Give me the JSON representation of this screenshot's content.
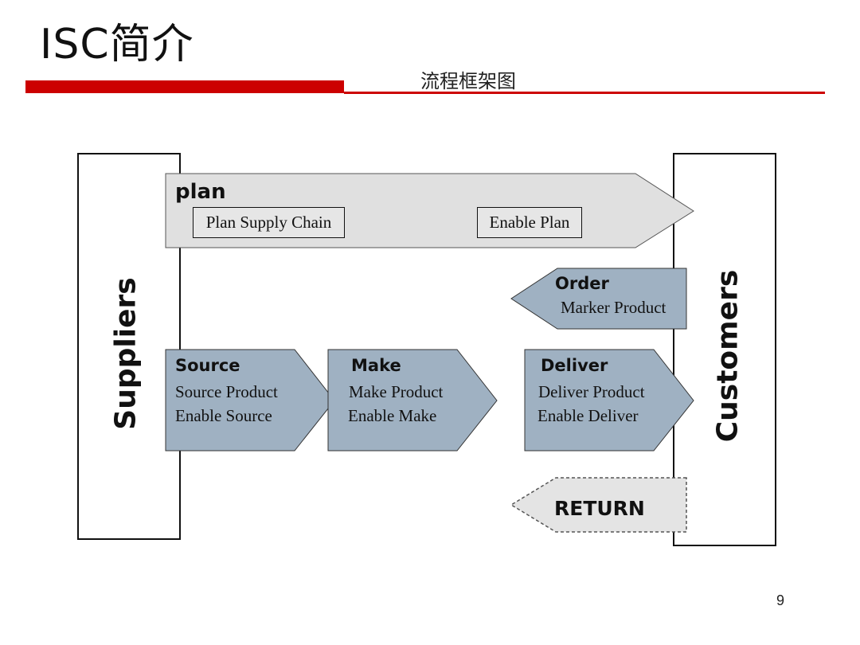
{
  "slide": {
    "title": "ISC简介",
    "subtitle": "流程框架图",
    "page_number": "9"
  },
  "diagram": {
    "suppliers_label": "Suppliers",
    "customers_label": "Customers",
    "plan": {
      "title": "plan",
      "items": [
        "Plan Supply Chain",
        "Enable Plan"
      ]
    },
    "order": {
      "title": "Order",
      "line": "Marker Product"
    },
    "source": {
      "title": "Source",
      "lines": [
        "Source Product",
        "Enable Source"
      ]
    },
    "make": {
      "title": "Make",
      "lines": [
        "Make Product",
        "Enable Make"
      ]
    },
    "deliver": {
      "title": "Deliver",
      "lines": [
        "Deliver Product",
        "Enable Deliver"
      ]
    },
    "return": {
      "title": "RETURN"
    }
  },
  "colors": {
    "accent_red": "#cc0000",
    "plan_fill": "#e0e0e0",
    "process_fill": "#9fb1c2",
    "return_fill": "#e4e4e4"
  }
}
